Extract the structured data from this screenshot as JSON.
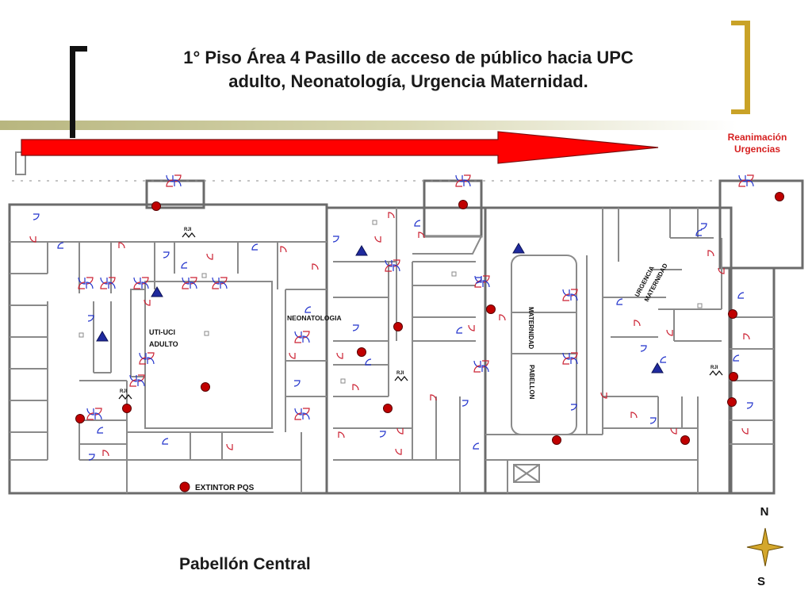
{
  "slide": {
    "title_line1": "1° Piso Área 4 Pasillo de acceso de público hacia UPC",
    "title_line2": "adulto, Neonatología, Urgencia Maternidad.",
    "caption": "Pabellón Central",
    "reanimacion_line1": "Reanimación",
    "reanimacion_line2": "Urgencias"
  },
  "plan": {
    "room_labels": {
      "uti_line1": "UTI-UCI",
      "uti_line2": "ADULTO",
      "neonatologia": "NEONATOLOGIA",
      "urgencia_line1": "URGENCIA",
      "urgencia_line2": "MATERNIDAD",
      "maternidad_vertical": "MATERNIDAD",
      "pabellon_vertical": "PABELLON",
      "rji": "RJI"
    },
    "legend": {
      "extintor": "EXTINTOR PQS"
    }
  },
  "compass": {
    "north": "N",
    "south": "S"
  },
  "colors": {
    "arrow": "#ff0000",
    "extintor": "#c00000",
    "triangle": "#1f2a9e",
    "bracket_gold": "#c9a227",
    "reanimacion_text": "#d62020",
    "walls": "#6b6b6b"
  }
}
